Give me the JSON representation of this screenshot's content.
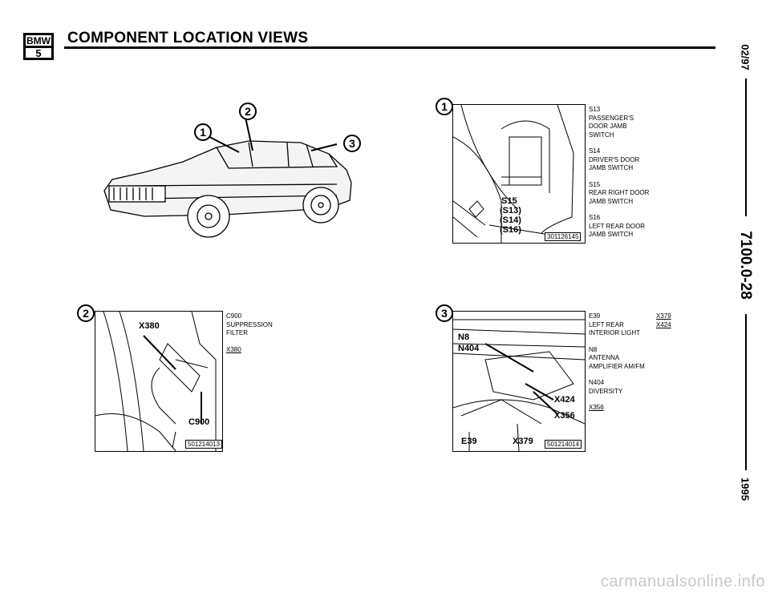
{
  "header": {
    "logo_top": "BMW",
    "logo_bottom": "5",
    "title": "COMPONENT LOCATION VIEWS"
  },
  "side": {
    "date": "02/97",
    "page_code": "7100.0-28",
    "year": "1995"
  },
  "overview": {
    "markers": [
      "1",
      "2",
      "3"
    ]
  },
  "panel1": {
    "marker": "1",
    "callouts": [
      "S15",
      "(S13)",
      "(S14)",
      "(S16)"
    ],
    "fig_no": "301126145",
    "legend": [
      [
        "S13",
        "PASSENGER'S",
        "DOOR JAMB",
        "SWITCH"
      ],
      [
        "S14",
        "DRIVER'S DOOR",
        "JAMB SWITCH"
      ],
      [
        "S15",
        "REAR RIGHT DOOR",
        "JAMB SWITCH"
      ],
      [
        "S16",
        "LEFT REAR DOOR",
        "JAMB SWITCH"
      ]
    ]
  },
  "panel2": {
    "marker": "2",
    "callouts": [
      "X380",
      "C900"
    ],
    "fig_no": "501214013",
    "legend": [
      [
        "C900",
        "SUPPRESSION",
        "FILTER"
      ],
      [
        "X380"
      ]
    ]
  },
  "panel3": {
    "marker": "3",
    "callouts": [
      "N8",
      "N404",
      "X424",
      "X356",
      "E39",
      "X379"
    ],
    "fig_no": "501214014",
    "legend": [
      [
        "E39",
        "LEFT REAR",
        "INTERIOR LIGHT"
      ],
      [
        "N8",
        "ANTENNA",
        "AMPLIFIER AM/FM"
      ],
      [
        "N404",
        "DIVERSITY"
      ],
      [
        "X356"
      ]
    ],
    "legend_right": [
      "X379",
      "X424"
    ]
  },
  "watermark": "carmanualsonline.info"
}
